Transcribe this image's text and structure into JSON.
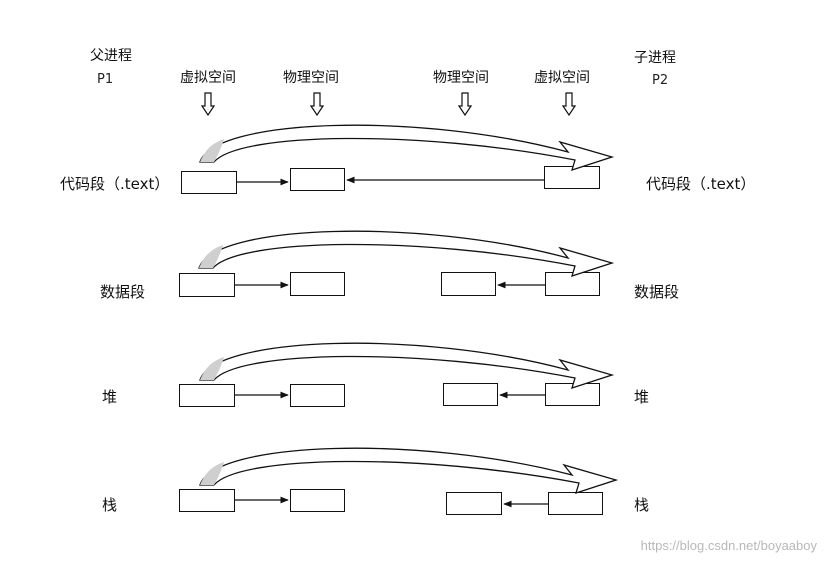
{
  "parent": {
    "title": "父进程",
    "id": "P1"
  },
  "child": {
    "title": "子进程",
    "id": "P2"
  },
  "columns": {
    "parent_virtual": "虚拟空间",
    "parent_physical": "物理空间",
    "child_physical": "物理空间",
    "child_virtual": "虚拟空间"
  },
  "segments": [
    {
      "left_label": "代码段（.text）",
      "right_label": "代码段（.text）",
      "shared_physical": true
    },
    {
      "left_label": "数据段",
      "right_label": "数据段",
      "shared_physical": false
    },
    {
      "left_label": "堆",
      "right_label": "堆",
      "shared_physical": false
    },
    {
      "left_label": "栈",
      "right_label": "栈",
      "shared_physical": false
    }
  ],
  "watermark": "https://blog.csdn.net/boyaaboy",
  "colors": {
    "line": "#111111",
    "arrow_fill": "#cfcfcf"
  }
}
